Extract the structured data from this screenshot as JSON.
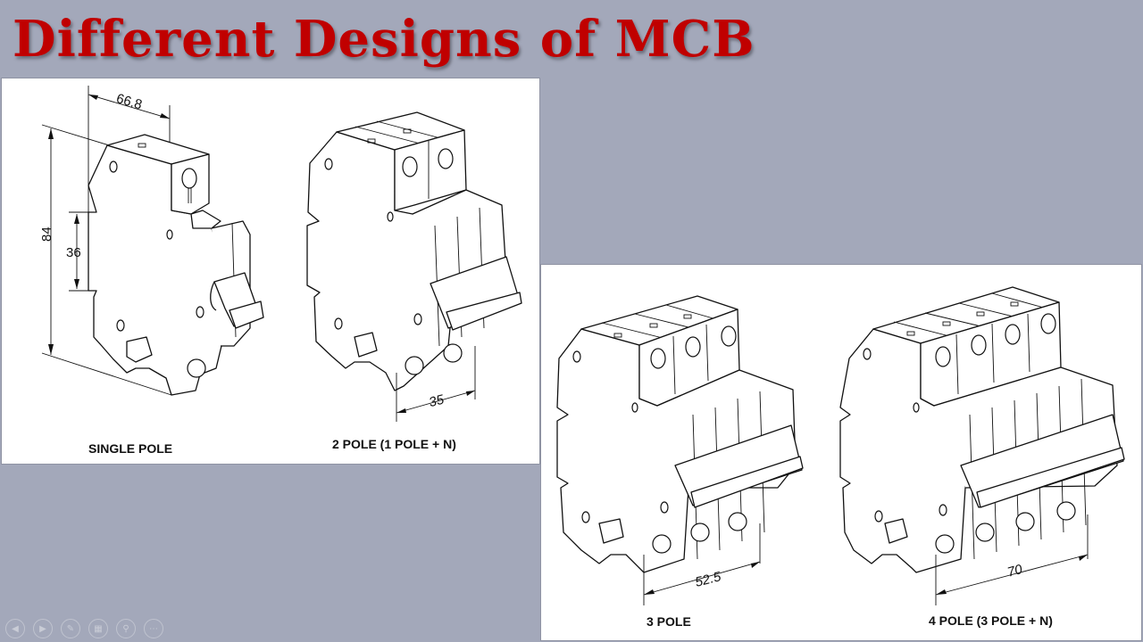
{
  "slide": {
    "title": "Different Designs of MCB",
    "title_color": "#c00000",
    "background_color": "#a3a8ba"
  },
  "panels": {
    "top": {
      "designs": [
        {
          "caption": "SINGLE POLE",
          "dimensions": {
            "width": "66.8",
            "height": "84",
            "din_rail": "36"
          }
        },
        {
          "caption": "2 POLE (1 POLE + N)",
          "dimensions": {
            "pole_width": "35"
          }
        }
      ]
    },
    "bottom": {
      "designs": [
        {
          "caption": "3 POLE",
          "dimensions": {
            "pole_width": "52.5"
          }
        },
        {
          "caption": "4 POLE (3 POLE + N)",
          "dimensions": {
            "pole_width": "70"
          }
        }
      ]
    }
  },
  "presenter_toolbar": {
    "buttons": [
      {
        "name": "previous-slide",
        "icon": "◀"
      },
      {
        "name": "next-slide",
        "icon": "▶"
      },
      {
        "name": "pen",
        "icon": "✎"
      },
      {
        "name": "see-all-slides",
        "icon": "▦"
      },
      {
        "name": "zoom",
        "icon": "⚲"
      },
      {
        "name": "more-options",
        "icon": "⋯"
      }
    ]
  }
}
